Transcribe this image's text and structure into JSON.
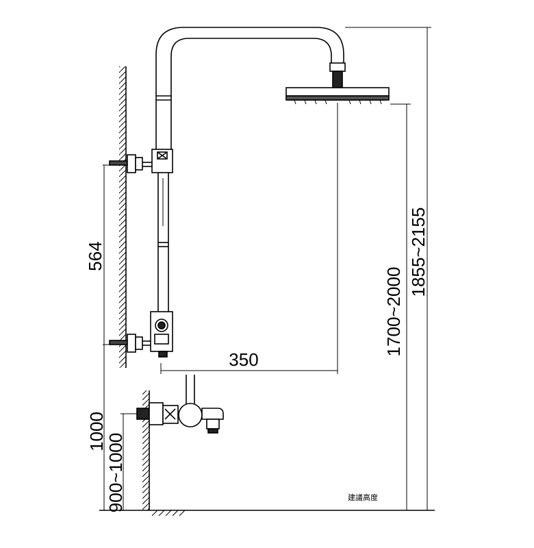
{
  "diagram": {
    "dimensions": {
      "bracket_spacing": "564",
      "arm_reach": "350",
      "showerhead_height": "1700~2000",
      "overall_height": "1855~2155",
      "mixer_height_max": "1000",
      "mixer_height_range": "900~1000"
    },
    "note": "建議高度"
  }
}
